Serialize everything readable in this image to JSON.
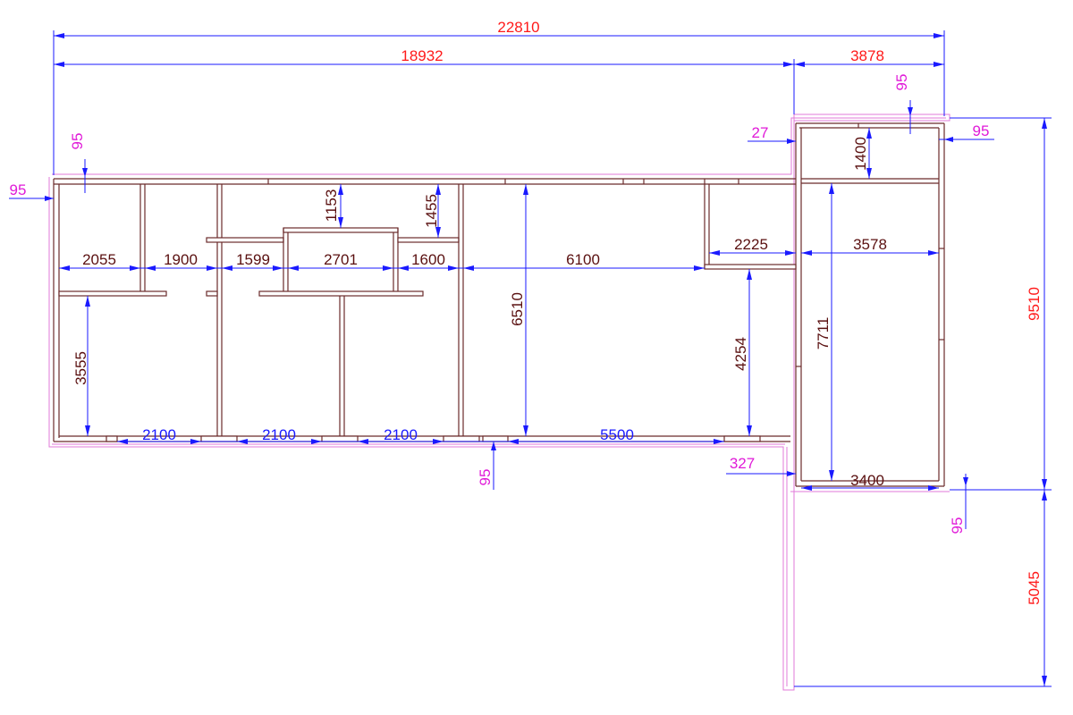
{
  "colors": {
    "overall_dim": "#ff1a1a",
    "room_dim": "#5a1010",
    "opening_dim": "#1a1aff",
    "wall_thickness_dim": "#e01ad8",
    "wall": "#6b2b2b",
    "outline": "#e07ad8"
  },
  "overall": {
    "total_width": "22810",
    "main_width": "18932",
    "right_width": "3878",
    "right_height": "9510",
    "lower_height": "5045"
  },
  "rooms": {
    "w1": "2055",
    "w2": "1900",
    "w3": "1599",
    "w4": "2701",
    "w5": "1600",
    "w6": "6100",
    "w7": "2225",
    "w8": "3578",
    "h_left": "3555",
    "h_top_mid": "1153",
    "h_top_mid2": "1455",
    "h_main": "6510",
    "h_right_room": "4254",
    "h_right_tall": "7711",
    "h_top_right": "1400",
    "w_bottom_right": "3400"
  },
  "openings": {
    "o1": "2100",
    "o2": "2100",
    "o3": "2100",
    "o4": "5500"
  },
  "thickness": {
    "left": "95",
    "top_left": "95",
    "bottom": "95",
    "top_right": "95",
    "right": "95",
    "bottom_right": "95",
    "step": "27",
    "inset": "327"
  }
}
